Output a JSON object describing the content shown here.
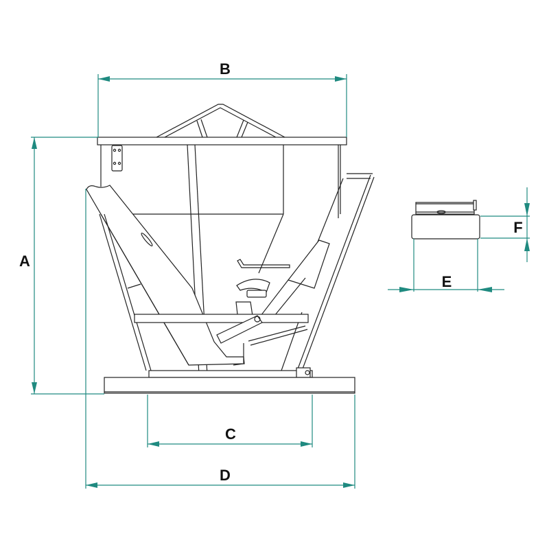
{
  "dimensions": {
    "A": "A",
    "B": "B",
    "C": "C",
    "D": "D",
    "E": "E",
    "F": "F"
  },
  "colors": {
    "dimension_line": "#1f8a80",
    "drawing_line": "#222222"
  }
}
